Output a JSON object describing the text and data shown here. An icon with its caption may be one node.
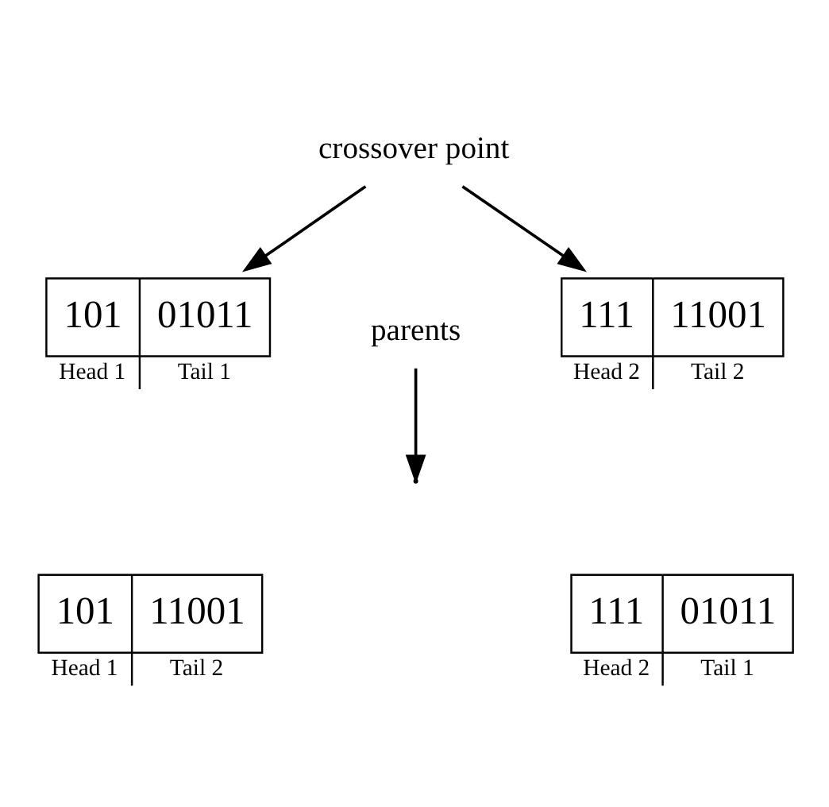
{
  "diagram": {
    "nodes": [
      {
        "text": [
          "crossover point"
        ]
      },
      {
        "text": [
          "101",
          "01011",
          "Head 1",
          "Tail 1"
        ]
      },
      {
        "text": [
          "parents"
        ]
      },
      {
        "text": [
          "111",
          "11001",
          "Head 2",
          "Tail 2"
        ]
      },
      {
        "text": [
          "101",
          "11001",
          "Head 1",
          "Tail 2"
        ]
      },
      {
        "text": [
          "111",
          "01011",
          "Head 2",
          "Tail 1"
        ]
      }
    ],
    "edges": [
      {
        "from": 0,
        "to": 1,
        "arrow": "to"
      },
      {
        "from": 0,
        "to": 3,
        "arrow": "to"
      },
      {
        "from": 2,
        "to": null,
        "arrow": "to"
      }
    ]
  }
}
